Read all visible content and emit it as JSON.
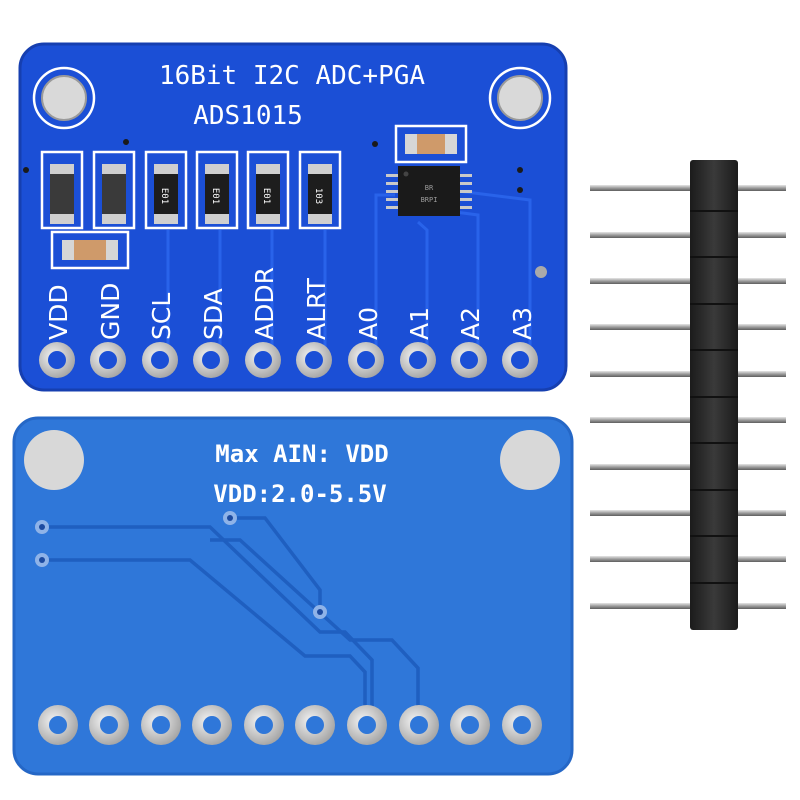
{
  "front": {
    "title": "16Bit I2C ADC+PGA",
    "part": "ADS1015",
    "pins": [
      "VDD",
      "GND",
      "SCL",
      "SDA",
      "ADDR",
      "ALRT",
      "A0",
      "A1",
      "A2",
      "A3"
    ],
    "resistor_marks": [
      "E01",
      "E01",
      "E01",
      "103"
    ],
    "chip_marks": [
      "BR",
      "BRPI"
    ]
  },
  "back": {
    "line1": "Max AIN: VDD",
    "line2": "VDD:2.0-5.5V"
  },
  "header": {
    "pin_count": 10
  },
  "colors": {
    "pcb_front": "#1b4fd6",
    "pcb_back": "#2f77d9",
    "pad": "#d8d8d8",
    "header_plastic": "#2a2a2a",
    "pin_metal": "#b8b8b8"
  }
}
